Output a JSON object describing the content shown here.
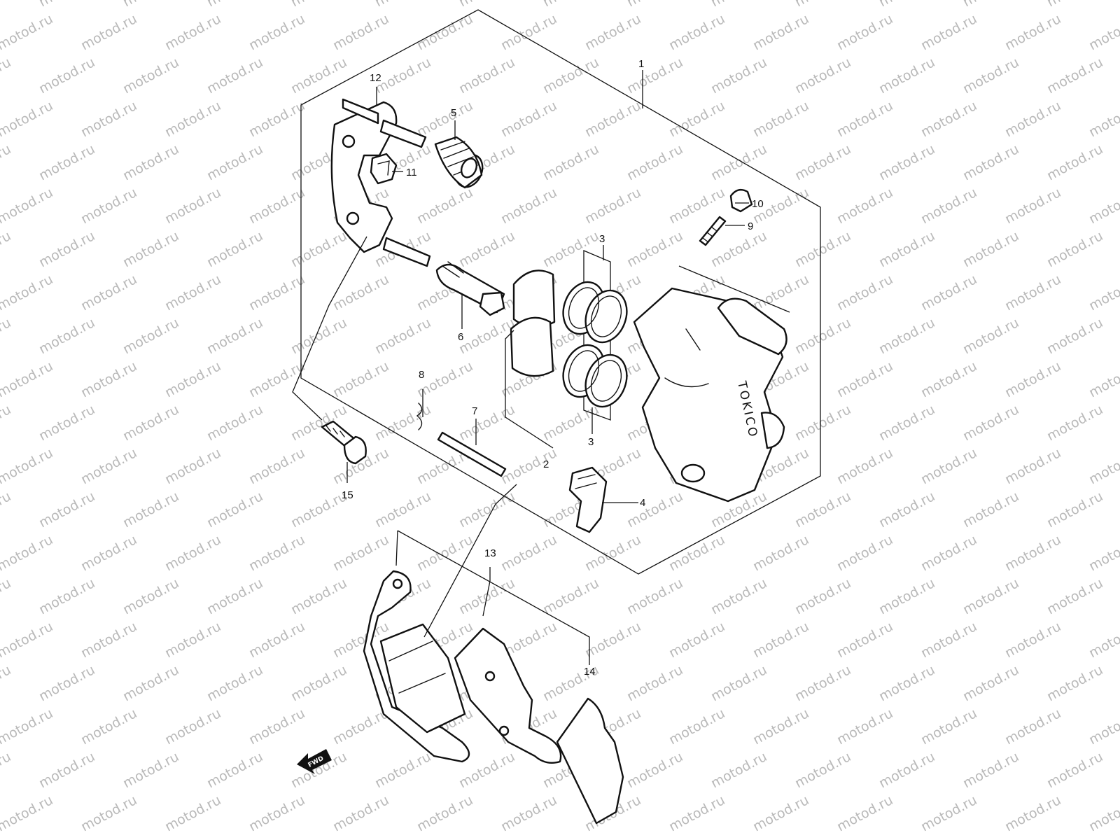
{
  "watermark": {
    "text": "motod.ru"
  },
  "diagram": {
    "callouts": [
      {
        "id": "c1",
        "label": "1"
      },
      {
        "id": "c2",
        "label": "2"
      },
      {
        "id": "c3a",
        "label": "3"
      },
      {
        "id": "c3b",
        "label": "3"
      },
      {
        "id": "c4",
        "label": "4"
      },
      {
        "id": "c5",
        "label": "5"
      },
      {
        "id": "c6",
        "label": "6"
      },
      {
        "id": "c7",
        "label": "7"
      },
      {
        "id": "c8",
        "label": "8"
      },
      {
        "id": "c9",
        "label": "9"
      },
      {
        "id": "c10",
        "label": "10"
      },
      {
        "id": "c11",
        "label": "11"
      },
      {
        "id": "c12",
        "label": "12"
      },
      {
        "id": "c13",
        "label": "13"
      },
      {
        "id": "c14",
        "label": "14"
      },
      {
        "id": "c15",
        "label": "15"
      }
    ],
    "brand_stamp": "TOKICO",
    "fwd_label": "FWD",
    "colors": {
      "line": "#111111",
      "watermark": "#b9b9b9",
      "background": "#ffffff"
    }
  }
}
